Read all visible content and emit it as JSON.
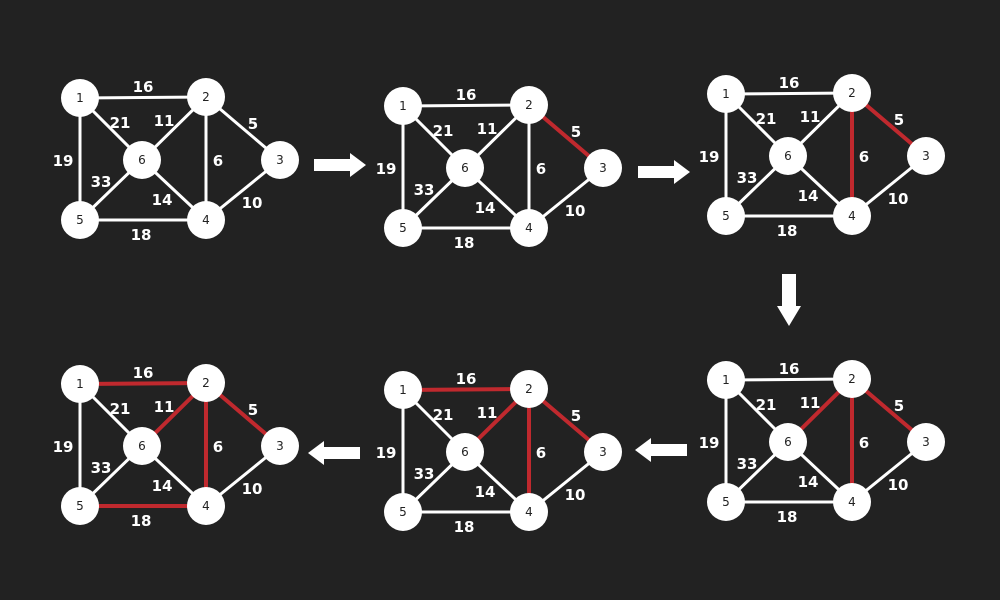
{
  "colors": {
    "background": "#222222",
    "node_fill": "#ffffff",
    "node_text": "#222222",
    "edge_default": "#ffffff",
    "edge_selected": "#c0292e",
    "label_text": "#ffffff",
    "arrow": "#ffffff"
  },
  "nodes": [
    "1",
    "2",
    "3",
    "4",
    "5",
    "6"
  ],
  "edges": [
    {
      "from": "1",
      "to": "2",
      "weight": "16"
    },
    {
      "from": "1",
      "to": "6",
      "weight": "21"
    },
    {
      "from": "1",
      "to": "5",
      "weight": "19"
    },
    {
      "from": "2",
      "to": "6",
      "weight": "11"
    },
    {
      "from": "2",
      "to": "3",
      "weight": "5"
    },
    {
      "from": "2",
      "to": "4",
      "weight": "6"
    },
    {
      "from": "6",
      "to": "5",
      "weight": "33"
    },
    {
      "from": "6",
      "to": "4",
      "weight": "14"
    },
    {
      "from": "3",
      "to": "4",
      "weight": "10"
    },
    {
      "from": "5",
      "to": "4",
      "weight": "18"
    }
  ],
  "steps": [
    {
      "selected": []
    },
    {
      "selected": [
        "2-3"
      ]
    },
    {
      "selected": [
        "2-3",
        "2-4"
      ]
    },
    {
      "selected": [
        "2-3",
        "2-4",
        "2-6"
      ]
    },
    {
      "selected": [
        "2-3",
        "2-4",
        "2-6",
        "1-2"
      ]
    },
    {
      "selected": [
        "2-3",
        "2-4",
        "2-6",
        "1-2",
        "5-4"
      ]
    }
  ],
  "arrows": [
    {
      "direction": "right"
    },
    {
      "direction": "right"
    },
    {
      "direction": "down"
    },
    {
      "direction": "left"
    },
    {
      "direction": "left"
    }
  ]
}
